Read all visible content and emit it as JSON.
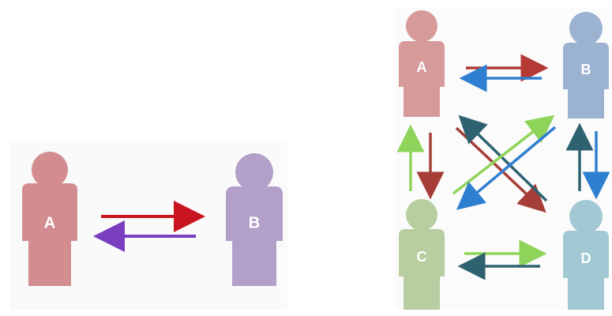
{
  "diagram": {
    "left": {
      "people": {
        "a": {
          "label": "A",
          "color": "#d38d90"
        },
        "b": {
          "label": "B",
          "color": "#b3a0c9"
        }
      },
      "arrows": {
        "a_to_b": {
          "color": "#c8141f"
        },
        "b_to_a": {
          "color": "#7a3fc1"
        }
      }
    },
    "right": {
      "people": {
        "a": {
          "label": "A",
          "color": "#d69a9a"
        },
        "b": {
          "label": "B",
          "color": "#9cb2d1"
        },
        "c": {
          "label": "C",
          "color": "#b8cea0"
        },
        "d": {
          "label": "D",
          "color": "#a2c9d3"
        }
      },
      "arrows": {
        "a_to_b": {
          "color": "#b53a36"
        },
        "b_to_a": {
          "color": "#2f7fd0"
        },
        "c_to_a": {
          "color": "#8fd45a"
        },
        "a_to_c": {
          "color": "#a63e38"
        },
        "b_to_d": {
          "color": "#2f7fd0"
        },
        "d_to_b": {
          "color": "#2f6270"
        },
        "c_to_d": {
          "color": "#8fd45a"
        },
        "d_to_c": {
          "color": "#2f6270"
        },
        "a_to_d": {
          "color": "#a63e38"
        },
        "d_to_a": {
          "color": "#2f6270"
        },
        "c_to_b": {
          "color": "#8fd45a"
        },
        "b_to_c": {
          "color": "#2f7fd0"
        }
      }
    }
  }
}
